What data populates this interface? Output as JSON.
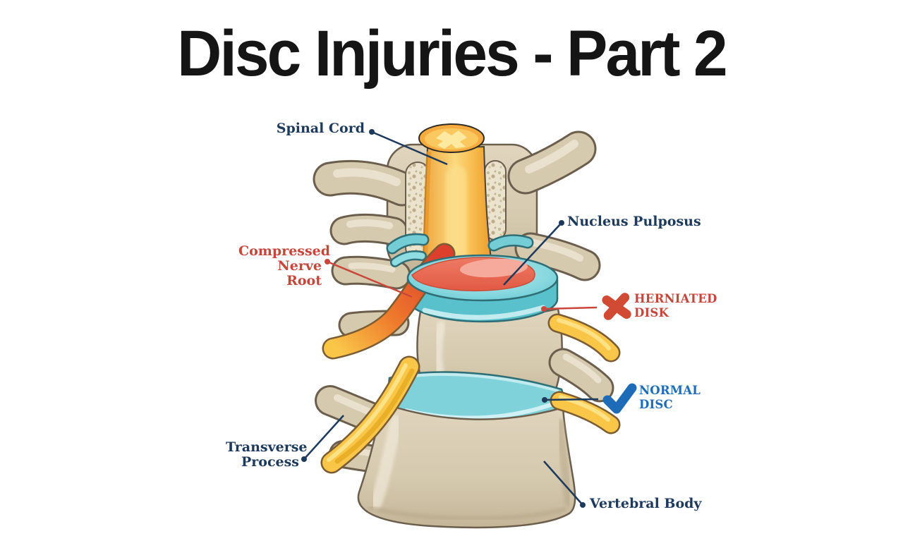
{
  "title": "Disc Injuries - Part 2",
  "diagram": {
    "labels": {
      "spinal_cord": "Spinal Cord",
      "nucleus_pulposus": "Nucleus Pulposus",
      "compressed_nerve_root": "Compressed Nerve Root",
      "herniated_disk": "HERNIATED DISK",
      "normal_disc": "NORMAL DISC",
      "transverse_process": "Transverse Process",
      "vertebral_body": "Vertebral Body"
    },
    "icons": {
      "herniated_disk": "x-icon",
      "normal_disc": "check-icon"
    },
    "colors": {
      "title_text": "#151515",
      "label_navy": "#1d3a5c",
      "label_red": "#c4473b",
      "x_mark_red": "#d14a33",
      "check_blue": "#1e6cb8",
      "bone": "#d5c9ae",
      "bone_outline": "#6b5e4c",
      "disc_teal": "#7fd2da",
      "nucleus_red": "#e7664f",
      "spinal_cord_orange": "#f6ab3e",
      "nerve_yellow": "#f9c648"
    }
  }
}
